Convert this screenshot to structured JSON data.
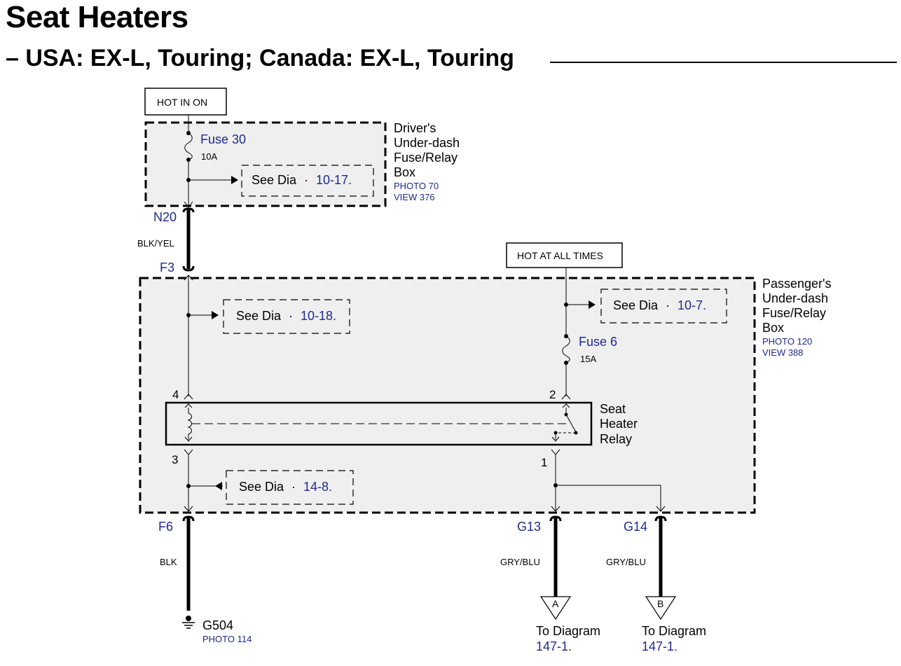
{
  "title": "Seat Heaters",
  "subtitle": "– USA: EX-L, Touring; Canada: EX-L, Touring",
  "colors": {
    "text": "#000000",
    "reference_blue": "#1f2a8c",
    "box_fill": "#efefef"
  },
  "power_sources": {
    "hot_in_on": "HOT IN ON",
    "hot_at_all_times": "HOT AT ALL TIMES"
  },
  "drivers_box": {
    "name_lines": [
      "Driver's",
      "Under-dash",
      "Fuse/Relay",
      "Box"
    ],
    "photo": "PHOTO 70",
    "view": "VIEW 376",
    "fuse_label": "Fuse 30",
    "fuse_rating": "10A",
    "see_dia_prefix": "See Dia",
    "see_dia_ref": "10-17."
  },
  "passengers_box": {
    "name_lines": [
      "Passenger's",
      "Under-dash",
      "Fuse/Relay",
      "Box"
    ],
    "photo": "PHOTO 120",
    "view": "VIEW 388",
    "fuse_label": "Fuse 6",
    "fuse_rating": "15A",
    "refs": [
      {
        "prefix": "See Dia",
        "ref": "10-18."
      },
      {
        "prefix": "See Dia",
        "ref": "10-7."
      },
      {
        "prefix": "See Dia",
        "ref": "14-8."
      }
    ]
  },
  "relay": {
    "name_lines": [
      "Seat",
      "Heater",
      "Relay"
    ],
    "pins": [
      "4",
      "2",
      "3",
      "1"
    ]
  },
  "connectors": {
    "n20": "N20",
    "f3": "F3",
    "f6": "F6",
    "g13": "G13",
    "g14": "G14"
  },
  "wires": {
    "n20_f3": "BLK/YEL",
    "f6_ground": "BLK",
    "g13_out": "GRY/BLU",
    "g14_out": "GRY/BLU"
  },
  "ground": {
    "name": "G504",
    "photo": "PHOTO 114"
  },
  "outputs": [
    {
      "letter": "A",
      "line1": "To Diagram",
      "line2": "147-1."
    },
    {
      "letter": "B",
      "line1": "To Diagram",
      "line2": "147-1."
    }
  ]
}
